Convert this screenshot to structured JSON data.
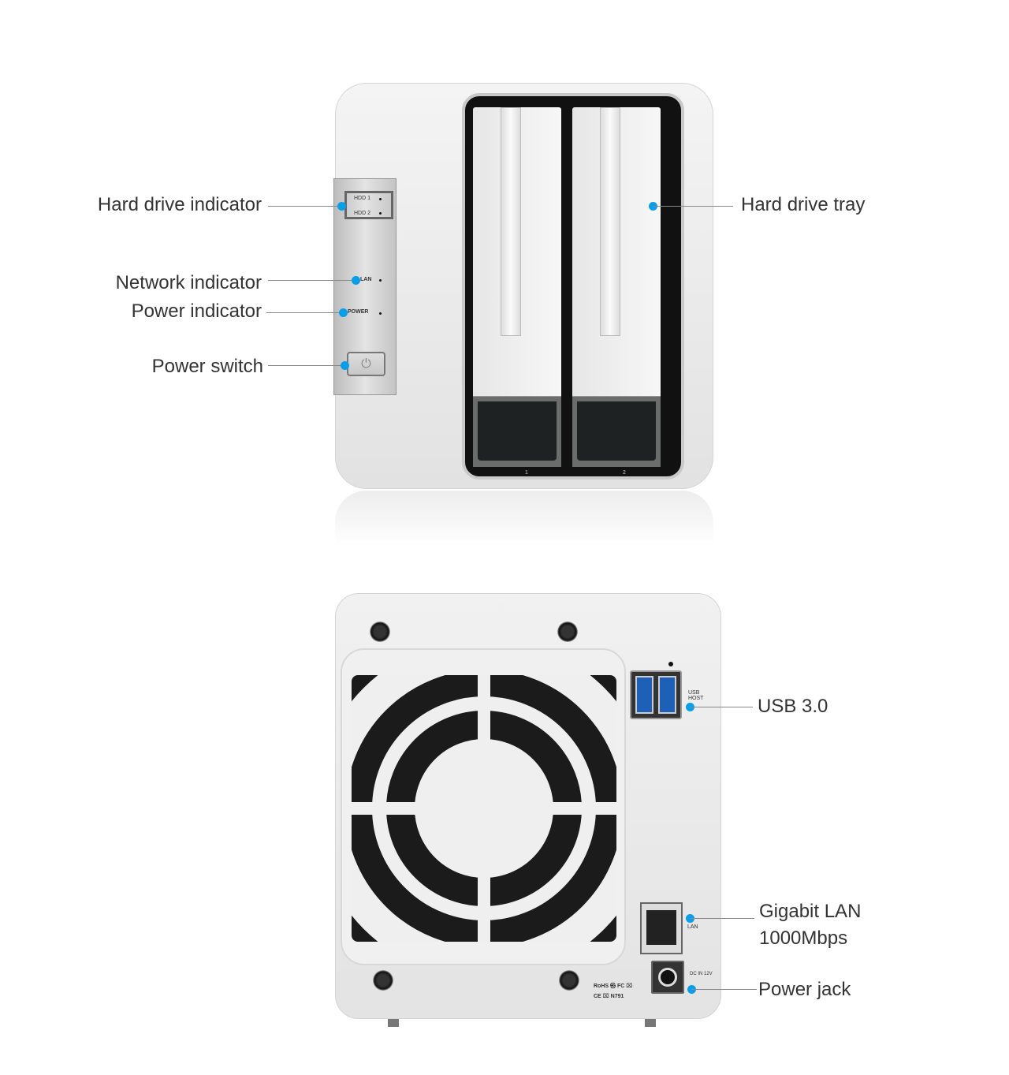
{
  "front_callouts": {
    "hard_drive_indicator": "Hard drive indicator",
    "network_indicator": "Network indicator",
    "power_indicator": "Power indicator",
    "power_switch": "Power switch",
    "hard_drive_tray": "Hard drive tray"
  },
  "front_panel": {
    "hdd1": "HDD 1",
    "hdd2": "HDD 2",
    "lan": "LAN",
    "power": "POWER",
    "bay1": "1",
    "bay2": "2"
  },
  "back_callouts": {
    "usb": "USB 3.0",
    "lan_line1": "Gigabit LAN",
    "lan_line2": "1000Mbps",
    "power_jack": "Power jack"
  },
  "back_panel": {
    "usb_host_1": "USB",
    "usb_host_2": "HOST",
    "lan": "LAN",
    "dc_in": "DC IN 12V",
    "cert_line1": "RoHS ㉿ FC ⌧",
    "cert_line2": "CE ⌧ N791"
  },
  "colors": {
    "callout_dot": "#0a9ee8",
    "usb_port": "#1e5fb8"
  }
}
